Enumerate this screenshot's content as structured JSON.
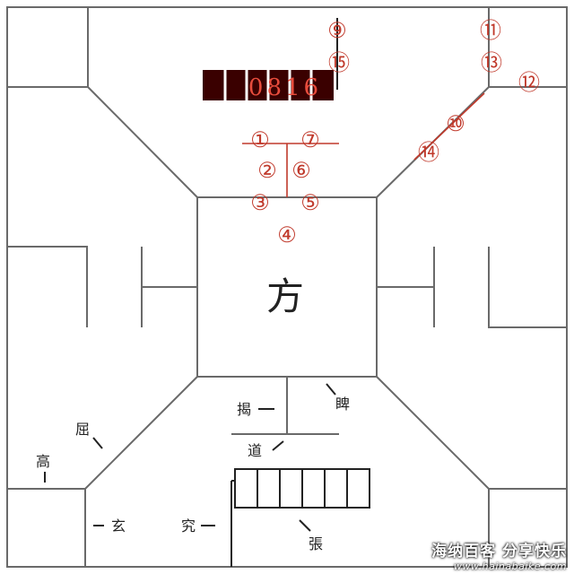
{
  "center_char": "方",
  "labels": {
    "jie": "揭",
    "pi": "睥",
    "dao": "道",
    "qu": "屈",
    "gao": "高",
    "xuan": "玄",
    "jiu": "究",
    "zhang": "張"
  },
  "counter_digits": "0816",
  "circled_numbers": [
    "①",
    "②",
    "③",
    "④",
    "⑤",
    "⑥",
    "⑦",
    "⑨",
    "⑩",
    "⑪",
    "⑫",
    "⑬",
    "⑭",
    "⑮"
  ],
  "watermark": {
    "top": "海纳百客 分享快乐",
    "bottom": "www.hainabaike.com"
  },
  "colors": {
    "line": "#6a6a6a",
    "accent": "#c0392b",
    "counter_bg": "#3a0000"
  }
}
